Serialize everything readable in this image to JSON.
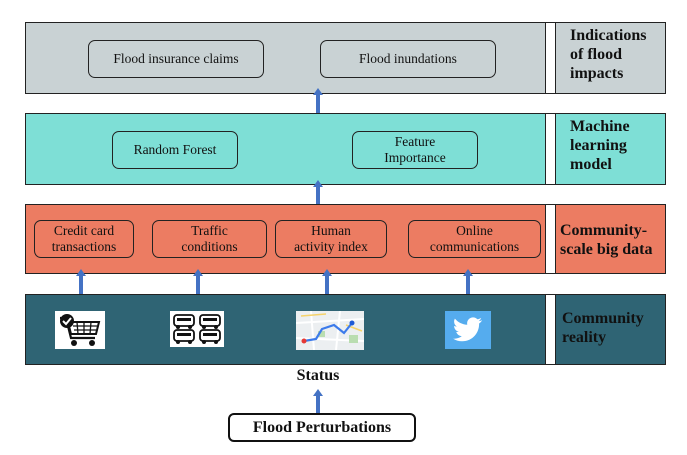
{
  "layers": [
    {
      "side_label": "Indications\nof flood\nimpacts",
      "items": [
        "Flood insurance  claims",
        "Flood inundations"
      ],
      "color": "#C9D2D4"
    },
    {
      "side_label": "Machine\nlearning\nmodel",
      "items": [
        "Random  Forest",
        "Feature\nImportance"
      ],
      "color": "#7EDFD6"
    },
    {
      "side_label": "Community-\nscale big data",
      "items": [
        "Credit card\ntransactions",
        "Traffic\nconditions",
        "Human\nactivity  index",
        "Online\ncommunications"
      ],
      "color": "#EC7C62"
    },
    {
      "side_label": "Community\nreality",
      "icons": [
        "shopping-cart-icon",
        "traffic-cars-icon",
        "map-route-icon",
        "twitter-bird-icon"
      ],
      "color": "#2F6474"
    }
  ],
  "status_label": "Status",
  "perturbation_label": "Flood Perturbations",
  "arrow_color": "#4472C4"
}
